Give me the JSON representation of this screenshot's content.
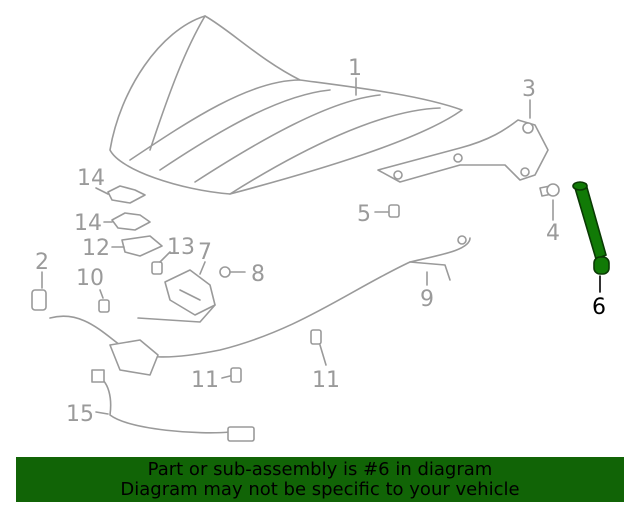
{
  "diagram": {
    "callouts": [
      {
        "id": "hood",
        "label": "1"
      },
      {
        "id": "hinge",
        "label": "3"
      },
      {
        "id": "bolt-5",
        "label": "5"
      },
      {
        "id": "bolt-4",
        "label": "4"
      },
      {
        "id": "support-strut",
        "label": "6",
        "selected": true
      },
      {
        "id": "pad-14a",
        "label": "14"
      },
      {
        "id": "pad-14b",
        "label": "14"
      },
      {
        "id": "striker",
        "label": "12"
      },
      {
        "id": "bolt-13",
        "label": "13"
      },
      {
        "id": "latch",
        "label": "7"
      },
      {
        "id": "bolt-8",
        "label": "8"
      },
      {
        "id": "bumper",
        "label": "2"
      },
      {
        "id": "bolt-10",
        "label": "10"
      },
      {
        "id": "cable",
        "label": "9"
      },
      {
        "id": "bolt-11a",
        "label": "11"
      },
      {
        "id": "bolt-11b",
        "label": "11"
      },
      {
        "id": "release-cable",
        "label": "15"
      }
    ],
    "colors": {
      "line": "#9a9a9a",
      "highlight": "#117a06",
      "banner": "#116406"
    }
  },
  "banner": {
    "line1": "Part or sub-assembly is #6 in diagram",
    "line2": "Diagram may not be specific to your vehicle"
  }
}
